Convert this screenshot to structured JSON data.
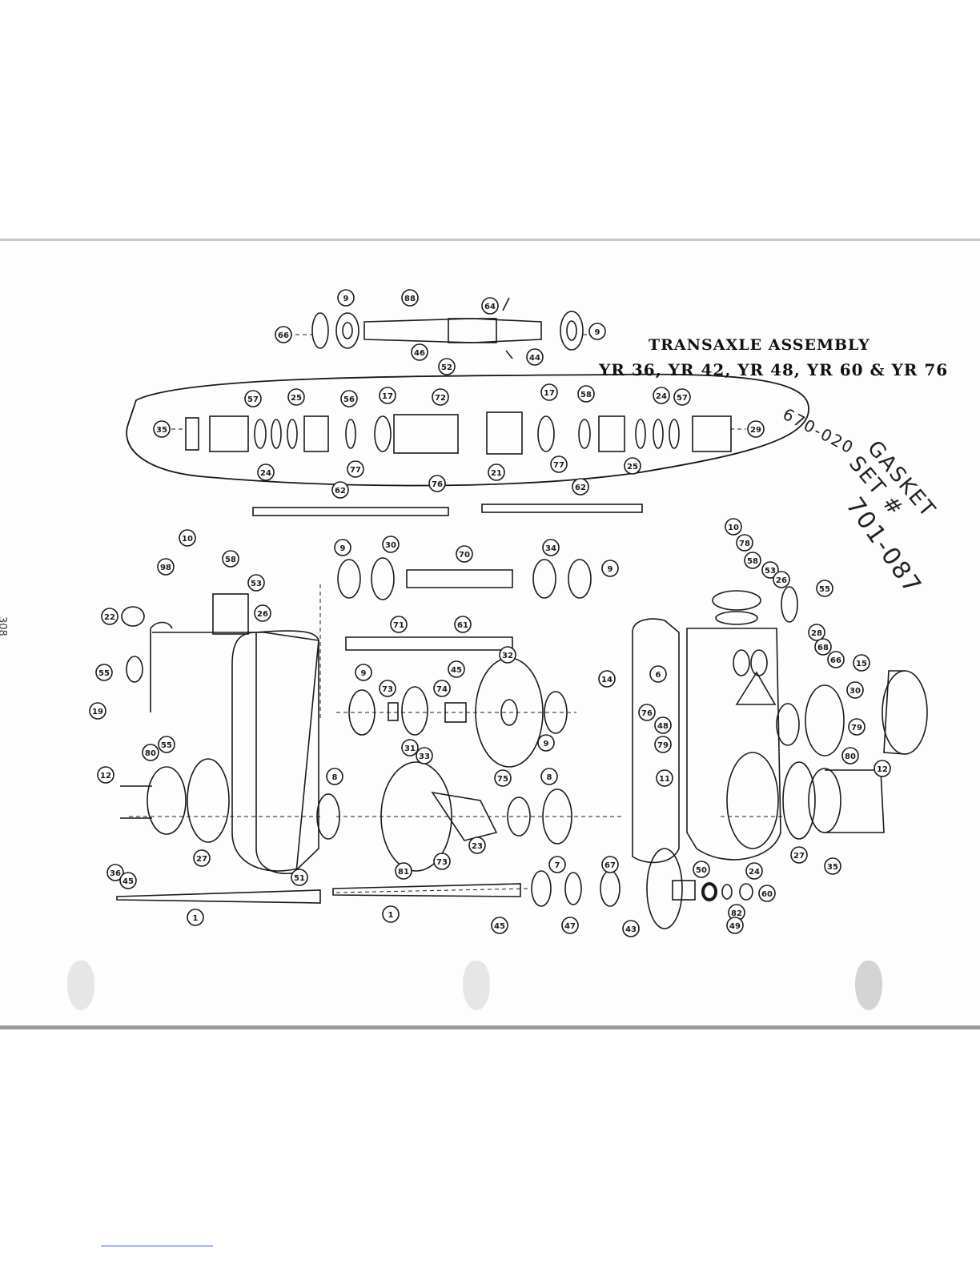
{
  "title": {
    "main": "TRANSAXLE   ASSEMBLY",
    "models": "YR 36, YR 42, YR 48, YR 60 & YR 76"
  },
  "handwritten": {
    "part_no": "670-020",
    "label": "GASKET SET #",
    "gasket_no": "701-087"
  },
  "page_number": "308",
  "callouts": [
    {
      "label": "9"
    },
    {
      "label": "88"
    },
    {
      "label": "64"
    },
    {
      "label": "66"
    },
    {
      "label": "9"
    },
    {
      "label": "46"
    },
    {
      "label": "52"
    },
    {
      "label": "44"
    },
    {
      "label": "57"
    },
    {
      "label": "25"
    },
    {
      "label": "56"
    },
    {
      "label": "17"
    },
    {
      "label": "72"
    },
    {
      "label": "17"
    },
    {
      "label": "58"
    },
    {
      "label": "24"
    },
    {
      "label": "57"
    },
    {
      "label": "35"
    },
    {
      "label": "29"
    },
    {
      "label": "24"
    },
    {
      "label": "77"
    },
    {
      "label": "76"
    },
    {
      "label": "21"
    },
    {
      "label": "77"
    },
    {
      "label": "25"
    },
    {
      "label": "62"
    },
    {
      "label": "62"
    },
    {
      "label": "10"
    },
    {
      "label": "98"
    },
    {
      "label": "58"
    },
    {
      "label": "53"
    },
    {
      "label": "22"
    },
    {
      "label": "26"
    },
    {
      "label": "9"
    },
    {
      "label": "30"
    },
    {
      "label": "70"
    },
    {
      "label": "34"
    },
    {
      "label": "9"
    },
    {
      "label": "71"
    },
    {
      "label": "61"
    },
    {
      "label": "55"
    },
    {
      "label": "45"
    },
    {
      "label": "32"
    },
    {
      "label": "9"
    },
    {
      "label": "73"
    },
    {
      "label": "74"
    },
    {
      "label": "19"
    },
    {
      "label": "9"
    },
    {
      "label": "31"
    },
    {
      "label": "33"
    },
    {
      "label": "55"
    },
    {
      "label": "80"
    },
    {
      "label": "12"
    },
    {
      "label": "8"
    },
    {
      "label": "75"
    },
    {
      "label": "8"
    },
    {
      "label": "23"
    },
    {
      "label": "36"
    },
    {
      "label": "27"
    },
    {
      "label": "81"
    },
    {
      "label": "73"
    },
    {
      "label": "51"
    },
    {
      "label": "45"
    },
    {
      "label": "1"
    },
    {
      "label": "1"
    },
    {
      "label": "45"
    },
    {
      "label": "7"
    },
    {
      "label": "67"
    },
    {
      "label": "47"
    },
    {
      "label": "43"
    },
    {
      "label": "10"
    },
    {
      "label": "78"
    },
    {
      "label": "58"
    },
    {
      "label": "53"
    },
    {
      "label": "26"
    },
    {
      "label": "55"
    },
    {
      "label": "14"
    },
    {
      "label": "6"
    },
    {
      "label": "28"
    },
    {
      "label": "68"
    },
    {
      "label": "66"
    },
    {
      "label": "15"
    },
    {
      "label": "76"
    },
    {
      "label": "48"
    },
    {
      "label": "79"
    },
    {
      "label": "11"
    },
    {
      "label": "30"
    },
    {
      "label": "79"
    },
    {
      "label": "80"
    },
    {
      "label": "12"
    },
    {
      "label": "27"
    },
    {
      "label": "35"
    },
    {
      "label": "50"
    },
    {
      "label": "24"
    },
    {
      "label": "60"
    },
    {
      "label": "82"
    },
    {
      "label": "49"
    }
  ],
  "colors": {
    "ink": "#1a1a1a",
    "paper": "#fdfdfd",
    "pencil": "#333333"
  }
}
